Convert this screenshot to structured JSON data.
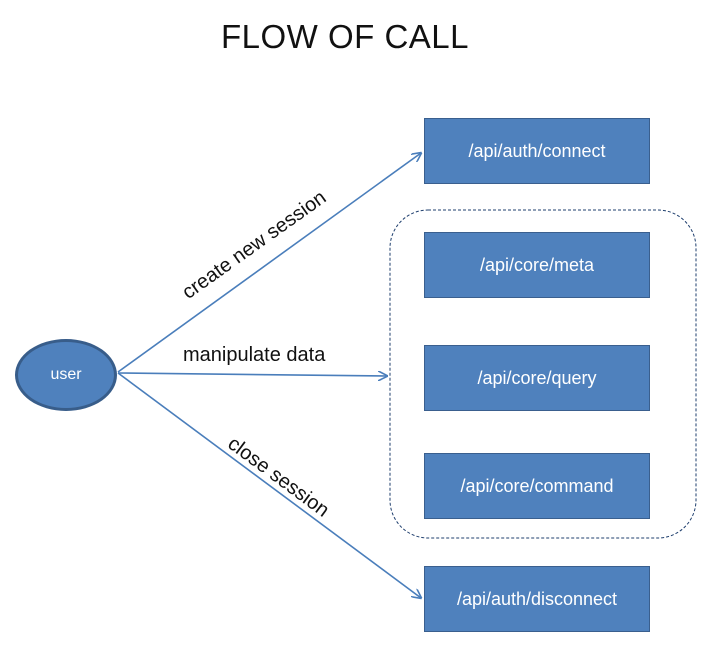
{
  "title": "FLOW OF CALL",
  "nodes": {
    "user": "user",
    "auth_connect": "/api/auth/connect",
    "core_meta": "/api/core/meta",
    "core_query": "/api/core/query",
    "core_command": "/api/core/command",
    "auth_disconnect": "/api/auth/disconnect"
  },
  "edges": {
    "create": "create new session",
    "manipulate": "manipulate data",
    "close": "close session"
  },
  "colors": {
    "box_fill": "#4f81bd",
    "box_border": "#3a5f8e",
    "arrow": "#4a7ebb"
  }
}
